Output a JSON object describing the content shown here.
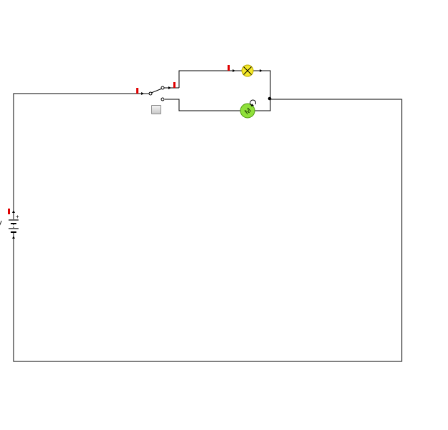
{
  "battery": {
    "voltage_label": "V"
  },
  "motor": {
    "label": "M"
  },
  "colors": {
    "wire": "#000000",
    "lamp_fill": "#f5e92a",
    "motor_fill": "#8fe03a",
    "indicator": "#e00000"
  },
  "icons": {
    "lamp": "lamp-cross-circle",
    "motor": "motor-circle",
    "switch": "two-way-switch",
    "battery": "battery-cell",
    "toggle": "square-button"
  }
}
